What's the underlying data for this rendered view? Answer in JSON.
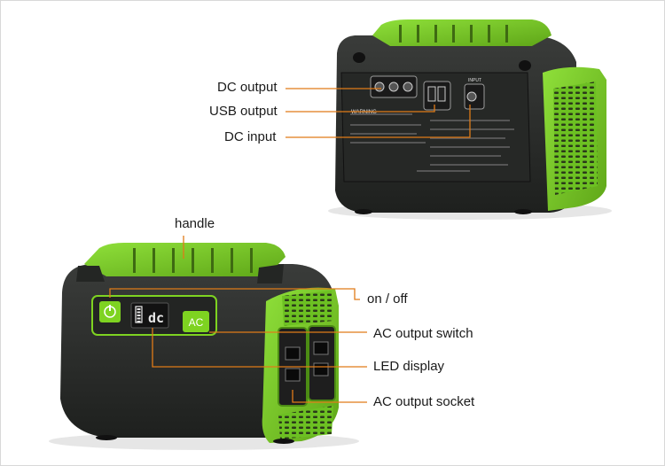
{
  "labels": {
    "dc_output": "DC output",
    "usb_output": "USB output",
    "dc_input": "DC input",
    "handle": "handle",
    "on_off": "on / off",
    "ac_output_switch": "AC output switch",
    "led_display": "LED display",
    "ac_output_socket": "AC output  socket"
  },
  "device": {
    "ac_button_text": "AC",
    "lcd_text": "dc",
    "warning_text": "WARNING",
    "input_text": "INPUT"
  },
  "colors": {
    "accent_green": "#7ed321",
    "leader_line": "#e07b18",
    "body_dark": "#2c2e2c"
  }
}
